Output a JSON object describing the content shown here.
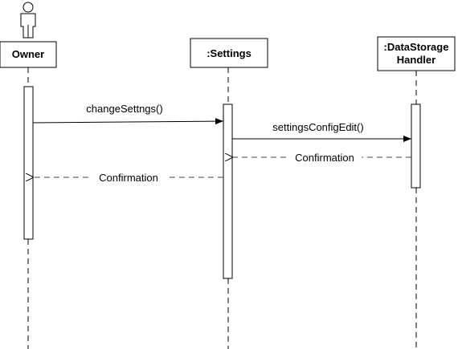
{
  "participants": {
    "owner": {
      "label": "Owner",
      "icon": "actor-icon"
    },
    "settings": {
      "label": ":Settings"
    },
    "storage": {
      "label_line1": ":DataStorage",
      "label_line2": "Handler"
    }
  },
  "messages": {
    "change_settings": "changeSettngs()",
    "settings_config_edit": "settingsConfigEdit()",
    "storage_confirmation": "Confirmation",
    "settings_confirmation": "Confirmation"
  },
  "colors": {
    "stroke": "#000000",
    "return_stroke": "#444444",
    "background": "#ffffff"
  }
}
